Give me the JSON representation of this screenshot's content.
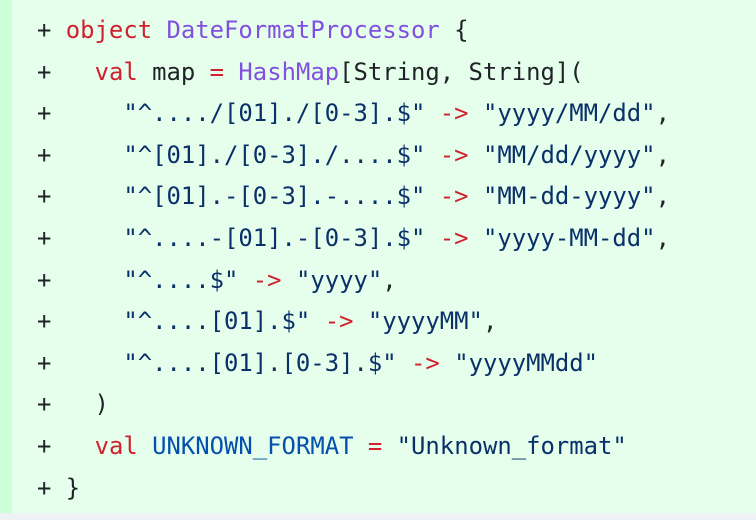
{
  "diff": {
    "marker": "+",
    "colors": {
      "background": "#e6ffec",
      "gutter": "#ccffd8",
      "keyword": "#cf222e",
      "entity": "#8250df",
      "string": "#0a3069",
      "constant": "#0550ae"
    },
    "lines": [
      [
        [
          "object",
          "kw"
        ],
        [
          " ",
          "plain"
        ],
        [
          "DateFormatProcessor",
          "ent"
        ],
        [
          " {",
          "plain"
        ]
      ],
      [
        [
          "  ",
          "plain"
        ],
        [
          "val",
          "kw"
        ],
        [
          " map ",
          "plain"
        ],
        [
          "=",
          "op"
        ],
        [
          " ",
          "plain"
        ],
        [
          "HashMap",
          "ent"
        ],
        [
          "[String, String](",
          "plain"
        ]
      ],
      [
        [
          "    ",
          "plain"
        ],
        [
          "\"^..../[01]./[0-3].$\"",
          "str"
        ],
        [
          " ",
          "plain"
        ],
        [
          "->",
          "op"
        ],
        [
          " ",
          "plain"
        ],
        [
          "\"yyyy/MM/dd\"",
          "str"
        ],
        [
          ",",
          "plain"
        ]
      ],
      [
        [
          "    ",
          "plain"
        ],
        [
          "\"^[01]./[0-3]./....$\"",
          "str"
        ],
        [
          " ",
          "plain"
        ],
        [
          "->",
          "op"
        ],
        [
          " ",
          "plain"
        ],
        [
          "\"MM/dd/yyyy\"",
          "str"
        ],
        [
          ",",
          "plain"
        ]
      ],
      [
        [
          "    ",
          "plain"
        ],
        [
          "\"^[01].-[0-3].-....$\"",
          "str"
        ],
        [
          " ",
          "plain"
        ],
        [
          "->",
          "op"
        ],
        [
          " ",
          "plain"
        ],
        [
          "\"MM-dd-yyyy\"",
          "str"
        ],
        [
          ",",
          "plain"
        ]
      ],
      [
        [
          "    ",
          "plain"
        ],
        [
          "\"^....-[01].-[0-3].$\"",
          "str"
        ],
        [
          " ",
          "plain"
        ],
        [
          "->",
          "op"
        ],
        [
          " ",
          "plain"
        ],
        [
          "\"yyyy-MM-dd\"",
          "str"
        ],
        [
          ",",
          "plain"
        ]
      ],
      [
        [
          "    ",
          "plain"
        ],
        [
          "\"^....$\"",
          "str"
        ],
        [
          " ",
          "plain"
        ],
        [
          "->",
          "op"
        ],
        [
          " ",
          "plain"
        ],
        [
          "\"yyyy\"",
          "str"
        ],
        [
          ",",
          "plain"
        ]
      ],
      [
        [
          "    ",
          "plain"
        ],
        [
          "\"^....[01].$\"",
          "str"
        ],
        [
          " ",
          "plain"
        ],
        [
          "->",
          "op"
        ],
        [
          " ",
          "plain"
        ],
        [
          "\"yyyyMM\"",
          "str"
        ],
        [
          ",",
          "plain"
        ]
      ],
      [
        [
          "    ",
          "plain"
        ],
        [
          "\"^....[01].[0-3].$\"",
          "str"
        ],
        [
          " ",
          "plain"
        ],
        [
          "->",
          "op"
        ],
        [
          " ",
          "plain"
        ],
        [
          "\"yyyyMMdd\"",
          "str"
        ]
      ],
      [
        [
          "  )",
          "plain"
        ]
      ],
      [
        [
          "  ",
          "plain"
        ],
        [
          "val",
          "kw"
        ],
        [
          " ",
          "plain"
        ],
        [
          "UNKNOWN_FORMAT",
          "const"
        ],
        [
          " ",
          "plain"
        ],
        [
          "=",
          "op"
        ],
        [
          " ",
          "plain"
        ],
        [
          "\"Unknown_format\"",
          "str"
        ]
      ],
      [
        [
          "}",
          "plain"
        ]
      ]
    ]
  }
}
